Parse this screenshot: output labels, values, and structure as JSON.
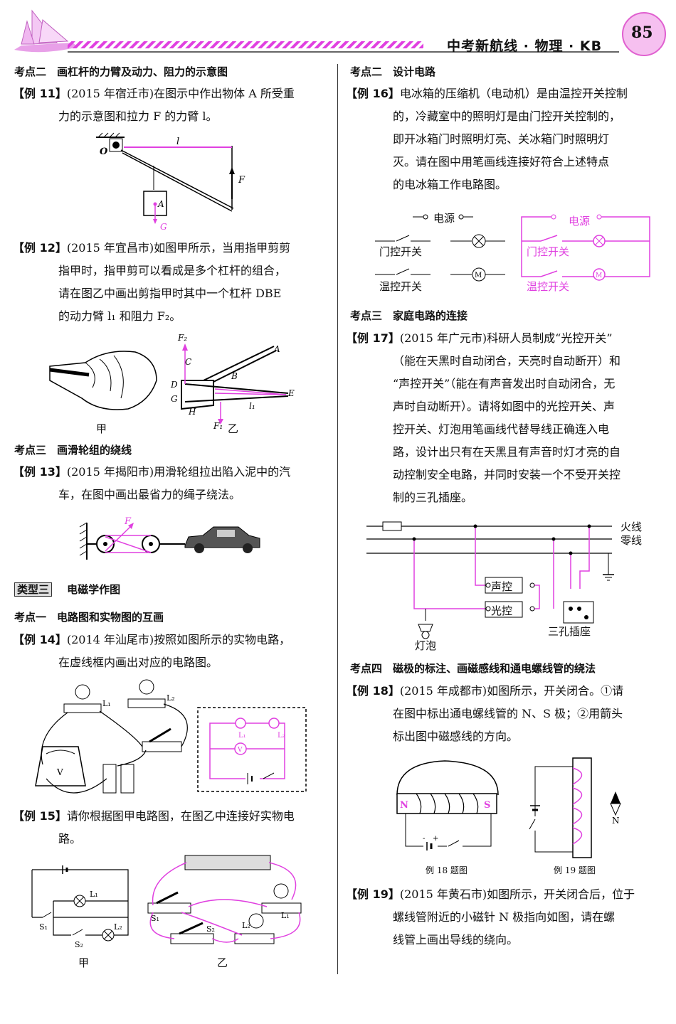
{
  "header": {
    "title": "中考新航线 · 物理 · KB",
    "page_number": "85",
    "accent_color": "#e040e0"
  },
  "left": {
    "kd2": "考点二　画杠杆的力臂及动力、阻力的示意图",
    "ex11_label": "【例 11】",
    "ex11_src": "(2015 年宿迁市)",
    "ex11_l1": "在图示中作出物体 A 所受重",
    "ex11_l2": "力的示意图和拉力 F 的力臂 l。",
    "ex12_label": "【例 12】",
    "ex12_src": "(2015 年宜昌市)",
    "ex12_l1": "如图甲所示，当用指甲剪剪",
    "ex12_l2": "指甲时，指甲剪可以看成是多个杠杆的组合，",
    "ex12_l3": "请在图乙中画出剪指甲时其中一个杠杆 DBE",
    "ex12_l4": "的动力臂 l₁ 和阻力 F₂。",
    "ex12_cap_a": "甲",
    "ex12_cap_b": "乙",
    "kd3": "考点三　画滑轮组的绕线",
    "ex13_label": "【例 13】",
    "ex13_src": "(2015 年揭阳市)",
    "ex13_l1": "用滑轮组拉出陷入泥中的汽",
    "ex13_l2": "车，在图中画出最省力的绳子绕法。",
    "type3_tag": "类型三",
    "type3_title": "电磁学作图",
    "kd1": "考点一　电路图和实物图的互画",
    "ex14_label": "【例 14】",
    "ex14_src": "(2014 年汕尾市)",
    "ex14_l1": "按照如图所示的实物电路，",
    "ex14_l2": "在虚线框内画出对应的电路图。",
    "ex15_label": "【例 15】",
    "ex15_l1": "请你根据图甲电路图，在图乙中连接好实物电",
    "ex15_l2": "路。",
    "ex15_cap_a": "甲",
    "ex15_cap_b": "乙"
  },
  "right": {
    "kd2": "考点二　设计电路",
    "ex16_label": "【例 16】",
    "ex16_l1": "电冰箱的压缩机（电动机）是由温控开关控制",
    "ex16_l2": "的，冷藏室中的照明灯是由门控开关控制的，",
    "ex16_l3": "即开冰箱门时照明灯亮、关冰箱门时照明灯",
    "ex16_l4": "灭。请在图中用笔画线连接好符合上述特点",
    "ex16_l5": "的电冰箱工作电路图。",
    "power": "电源",
    "door_switch": "门控开关",
    "temp_switch": "温控开关",
    "kd3": "考点三　家庭电路的连接",
    "ex17_label": "【例 17】",
    "ex17_src": "(2015 年广元市)",
    "ex17_l1": "科研人员制成“光控开关”",
    "ex17_l2": "（能在天黑时自动闭合，天亮时自动断开）和",
    "ex17_l3": "“声控开关”（能在有声音发出时自动闭合，无",
    "ex17_l4": "声时自动断开）。请将如图中的光控开关、声",
    "ex17_l5": "控开关、灯泡用笔画线代替导线正确连入电",
    "ex17_l6": "路，设计出只有在天黑且有声音时灯才亮的自",
    "ex17_l7": "动控制安全电路，并同时安装一个不受开关控",
    "ex17_l8": "制的三孔插座。",
    "live_wire": "火线",
    "neutral_wire": "零线",
    "sound_ctrl": "声控",
    "light_ctrl": "光控",
    "socket": "三孔插座",
    "bulb": "灯泡",
    "kd4": "考点四　磁极的标注、画磁感线和通电螺线管的绕法",
    "ex18_label": "【例 18】",
    "ex18_src": "(2015 年成都市)",
    "ex18_l1": "如图所示，开关闭合。①请",
    "ex18_l2": "在图中标出通电螺线管的 N、S 极；②用箭头",
    "ex18_l3": "标出图中磁感线的方向。",
    "cap18": "例 18 题图",
    "cap19": "例 19 题图",
    "ex19_label": "【例 19】",
    "ex19_src": "(2015 年黄石市)",
    "ex19_l1": "如图所示，开关闭合后，位于",
    "ex19_l2": "螺线管附近的小磁针 N 极指向如图，请在螺",
    "ex19_l3": "线管上画出导线的绕向。"
  }
}
